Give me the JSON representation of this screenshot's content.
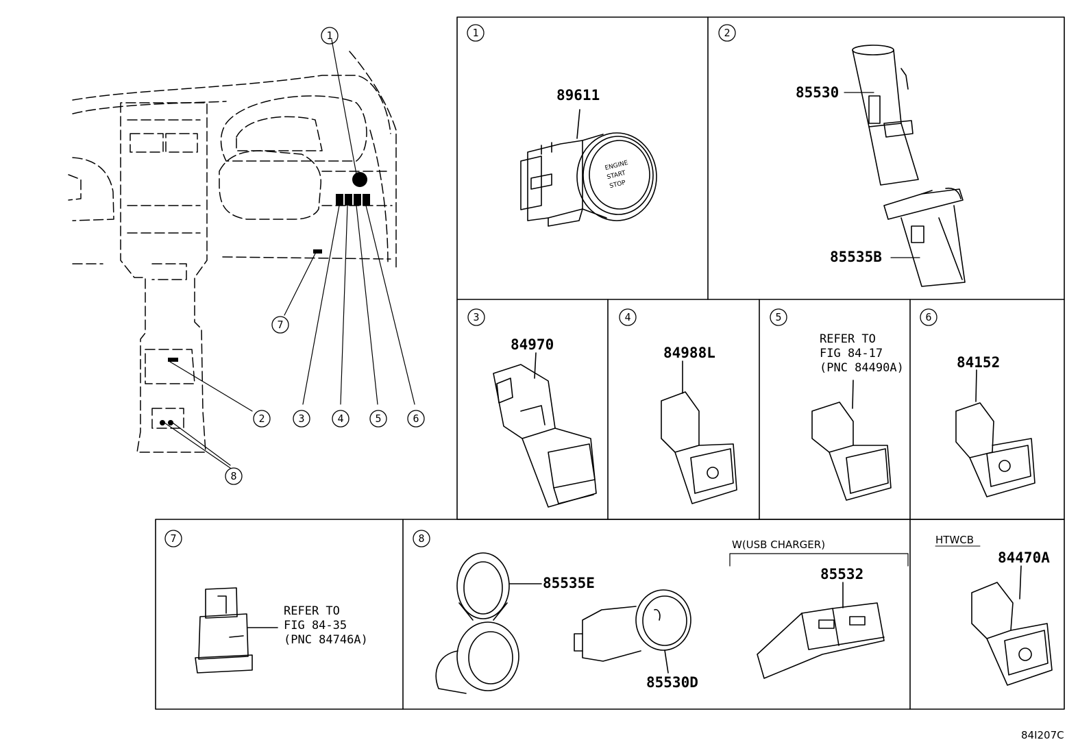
{
  "figure_code": "84I207C",
  "overview_callouts": [
    "1",
    "2",
    "3",
    "4",
    "5",
    "6",
    "7",
    "8"
  ],
  "panels": [
    {
      "num": "1",
      "parts": [
        "89611"
      ],
      "button_text": [
        "ENGINE",
        "START",
        "STOP"
      ]
    },
    {
      "num": "2",
      "parts": [
        "85530",
        "85535B"
      ]
    },
    {
      "num": "3",
      "parts": [
        "84970"
      ]
    },
    {
      "num": "4",
      "parts": [
        "84988L"
      ]
    },
    {
      "num": "5",
      "note": [
        "REFER TO",
        "FIG 84-17",
        "(PNC 84490A)"
      ]
    },
    {
      "num": "6",
      "parts": [
        "84152"
      ],
      "variant_label": "HTWCB",
      "variant_parts": [
        "84470A"
      ]
    },
    {
      "num": "7",
      "note": [
        "REFER TO",
        "FIG 84-35",
        "(PNC 84746A)"
      ]
    },
    {
      "num": "8",
      "parts": [
        "85535E",
        "85530D",
        "85532"
      ],
      "group_label": "W(USB CHARGER)"
    }
  ]
}
